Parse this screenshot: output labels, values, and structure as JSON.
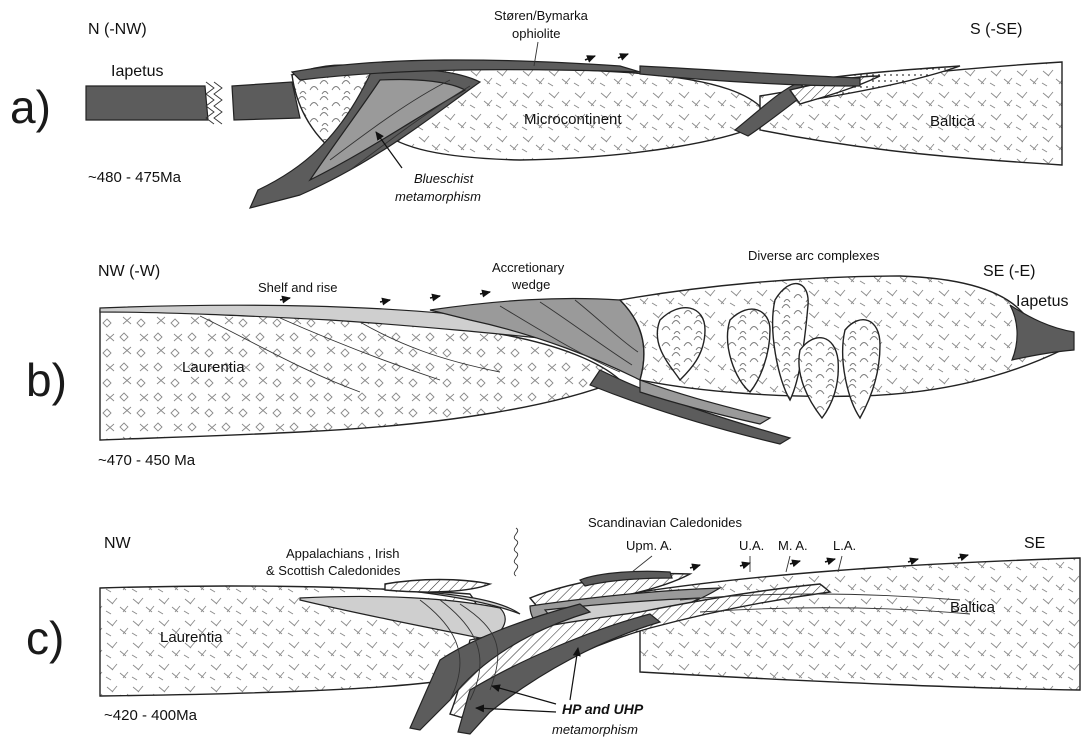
{
  "panels": {
    "a": {
      "letter": "a)",
      "left_dir": "N (-NW)",
      "right_dir": "S (-SE)",
      "ocean": "Iapetus",
      "ophiolite_line1": "Støren/Bymarka",
      "ophiolite_line2": "ophiolite",
      "microcontinent": "Microcontinent",
      "baltica": "Baltica",
      "age": "~480 - 475Ma",
      "blueschist_line1": "Blueschist",
      "blueschist_line2": "metamorphism"
    },
    "b": {
      "letter": "b)",
      "left_dir": "NW (-W)",
      "right_dir": "SE (-E)",
      "ocean": "Iapetus",
      "shelf": "Shelf and rise",
      "wedge_line1": "Accretionary",
      "wedge_line2": "wedge",
      "arcs": "Diverse arc complexes",
      "laurentia": "Laurentia",
      "age": "~470 - 450 Ma"
    },
    "c": {
      "letter": "c)",
      "left_dir": "NW",
      "right_dir": "SE",
      "appalachians_line1": "Appalachians , Irish",
      "appalachians_line2": "& Scottish Caledonides",
      "scandinavian": "Scandinavian Caledonides",
      "upm": "Upm. A.",
      "ua": "U.A.",
      "ma": "M. A.",
      "la": "L.A.",
      "laurentia": "Laurentia",
      "baltica": "Baltica",
      "age": "~420 - 400Ma",
      "hp_line1": "HP and UHP",
      "hp_line2": "metamorphism"
    }
  },
  "colors": {
    "dark_unit": "#5c5c5c",
    "mid_unit": "#9a9a9a",
    "light_unit": "#cfcfcf",
    "line": "#222222"
  }
}
